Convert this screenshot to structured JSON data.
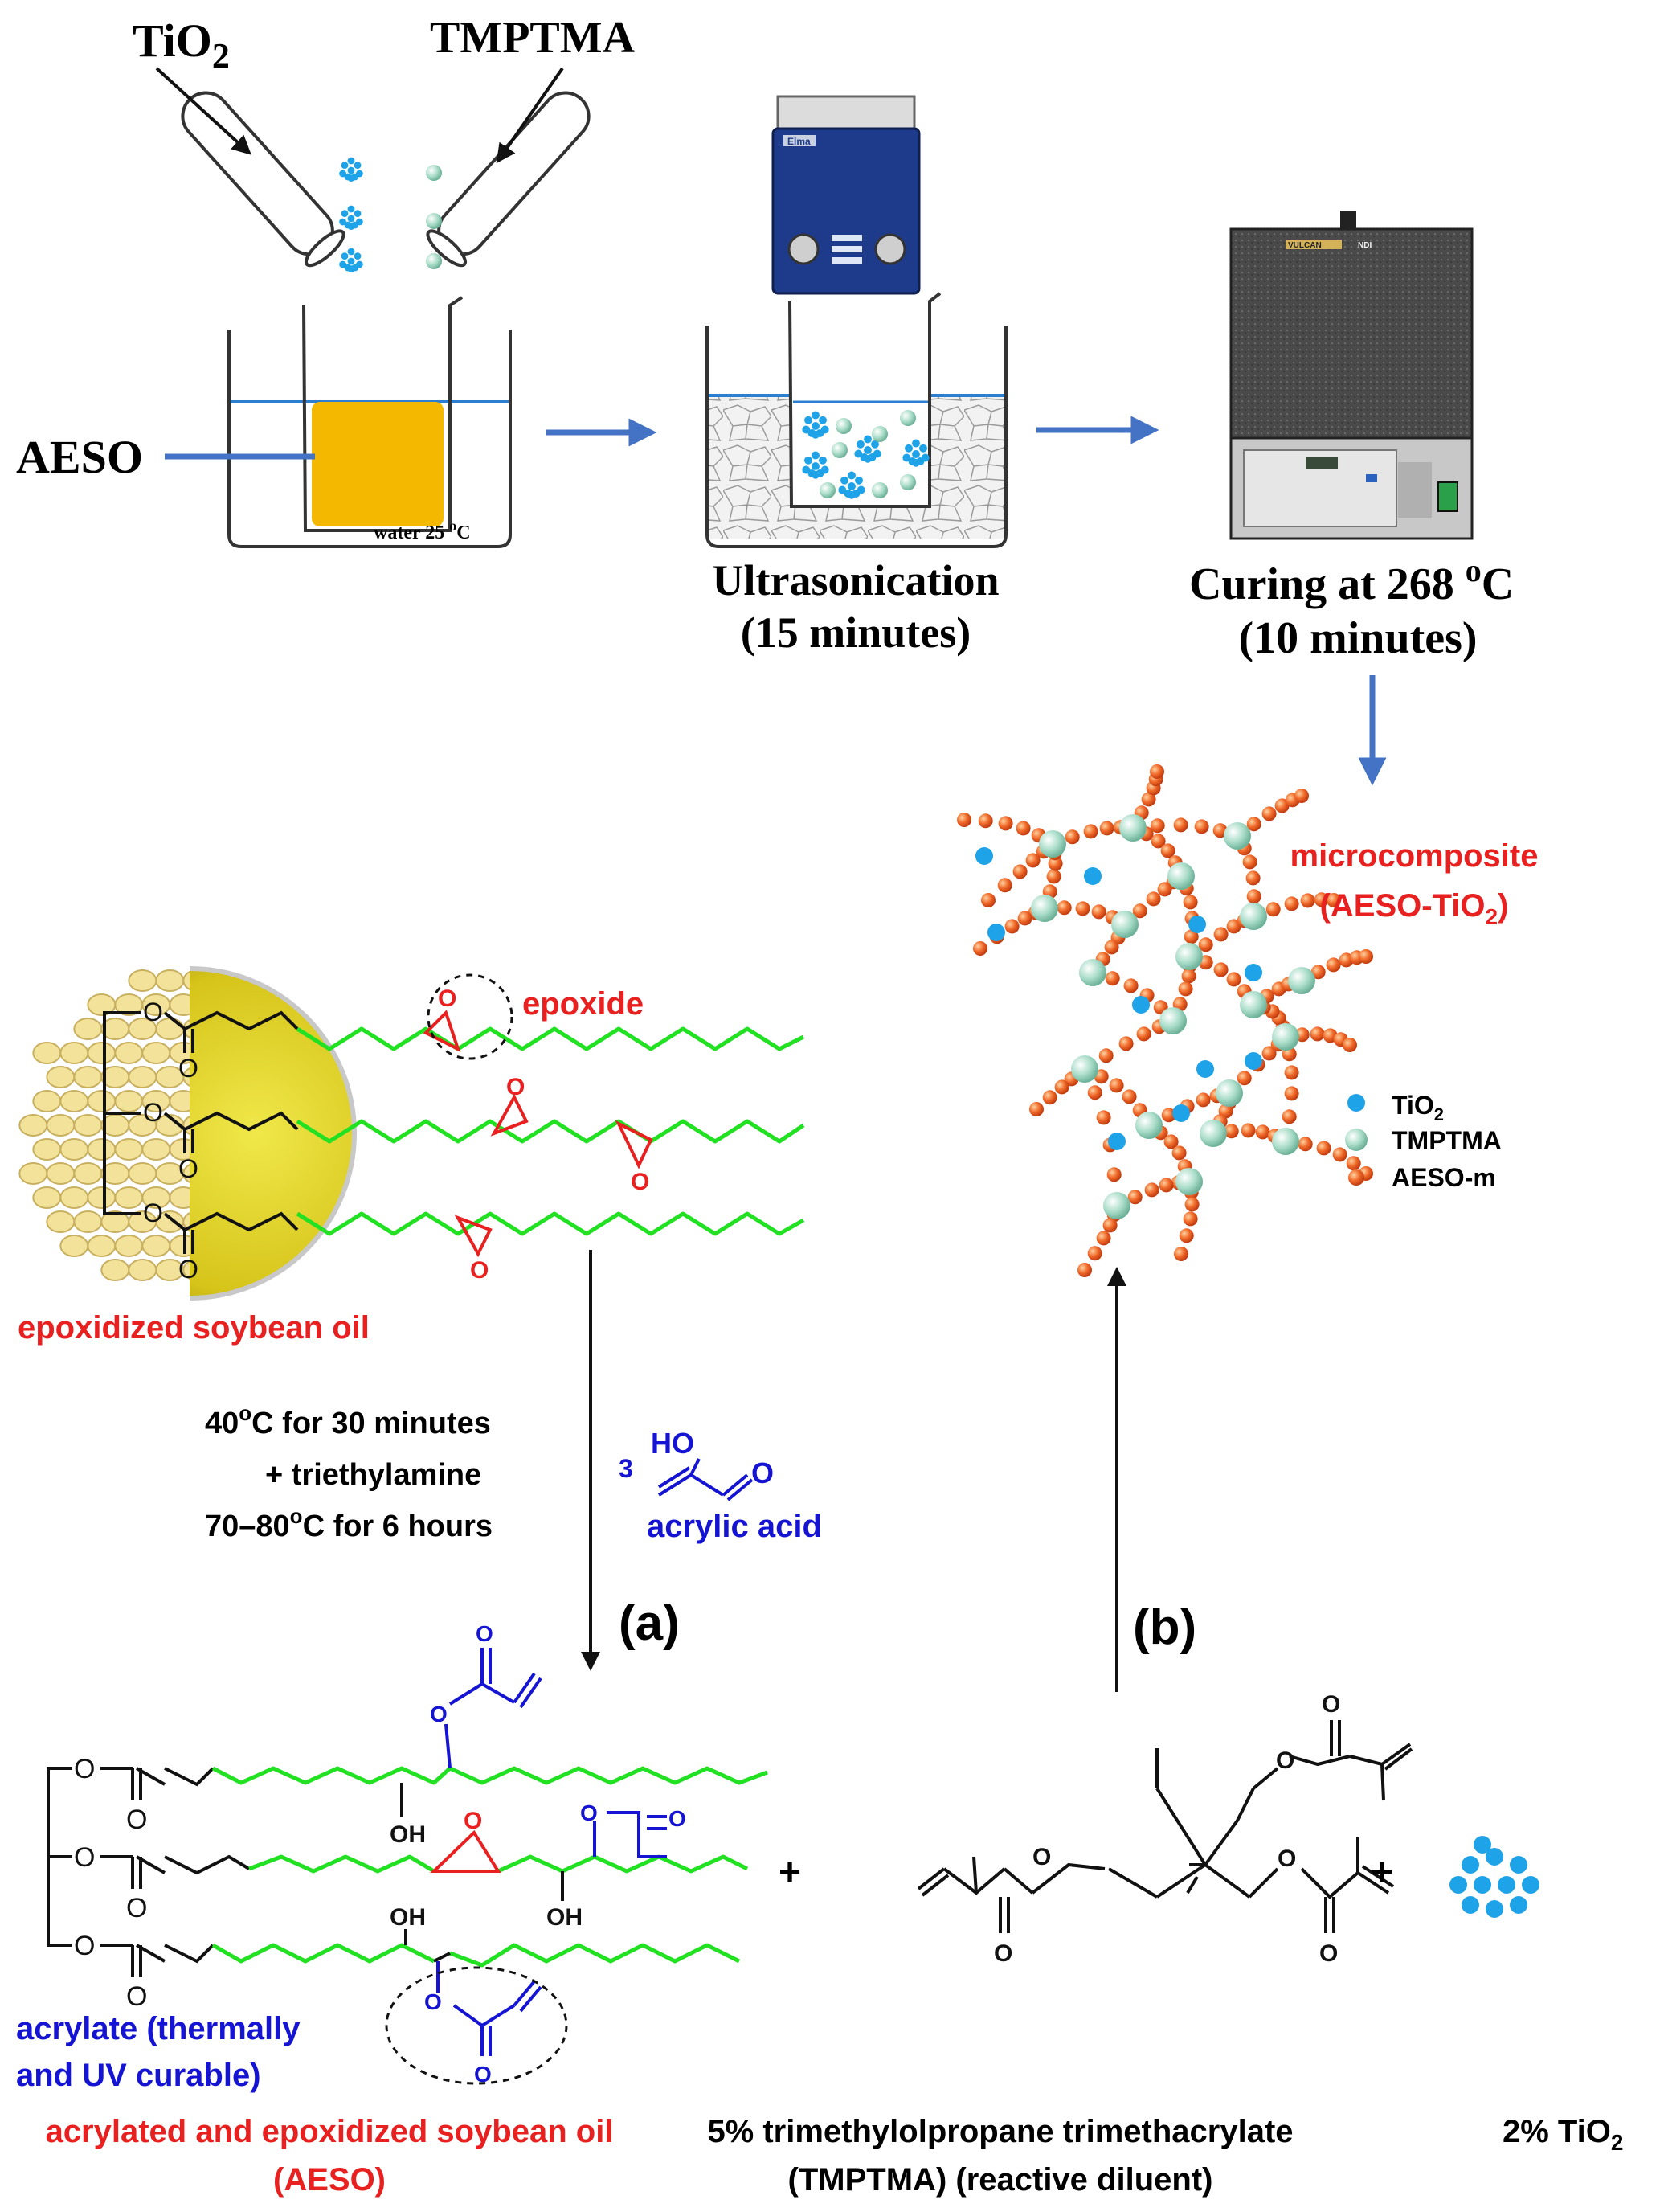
{
  "top": {
    "tio2_label": "TiO",
    "tio2_sub": "2",
    "tmptma_label": "TMPTMA",
    "aeso_label": "AESO",
    "water_label": "water 25 ",
    "water_sup": "o",
    "water_unit": "C",
    "ultrasonication": "Ultrasonication",
    "ultrasonication_time": "(15 minutes)",
    "curing_label": "Curing at 268 ",
    "curing_sup": "o",
    "curing_unit": "C",
    "curing_time": "(10 minutes)",
    "furnace_brand": "VULCAN",
    "furnace_brand_suffix": "NDI",
    "bath_brand": "Elma"
  },
  "composite": {
    "title": "microcomposite",
    "subtitle_pre": "(AESO-TiO",
    "subtitle_sub": "2",
    "subtitle_post": ")",
    "legend": [
      {
        "pre": "TiO",
        "sub": "2",
        "color": "#1fa3e8"
      },
      {
        "pre": "TMPTMA",
        "sub": "",
        "color": "#a8dcc8"
      },
      {
        "pre": "AESO-m",
        "sub": "",
        "color": "#f06a2a"
      }
    ]
  },
  "eso": {
    "epoxide": "epoxide",
    "name": "epoxidized soybean oil",
    "atom_o": "O"
  },
  "reaction": {
    "cond1_pre": "40",
    "cond1_sup": "o",
    "cond1_post": "C for 30 minutes",
    "cond2": "+ triethylamine",
    "cond3_pre": "70–80",
    "cond3_sup": "o",
    "cond3_post": "C for 6 hours",
    "equiv": "3",
    "ho": "HO",
    "acid_o": "O",
    "acid_name": "acrylic acid",
    "step_a": "(a)",
    "step_b": "(b)"
  },
  "aeso": {
    "oh": "OH",
    "acrylate_line1": "acrylate (thermally",
    "acrylate_line2": "and UV curable)",
    "name_line1": "acrylated and epoxidized soybean oil",
    "name_line2": "(AESO)",
    "plus": "+"
  },
  "tmptma": {
    "name_line1": "5% trimethylolpropane trimethacrylate",
    "name_line2": "(TMPTMA) (reactive diluent)",
    "plus": "+"
  },
  "tio2": {
    "label_pre": "2% TiO",
    "label_sub": "2"
  }
}
